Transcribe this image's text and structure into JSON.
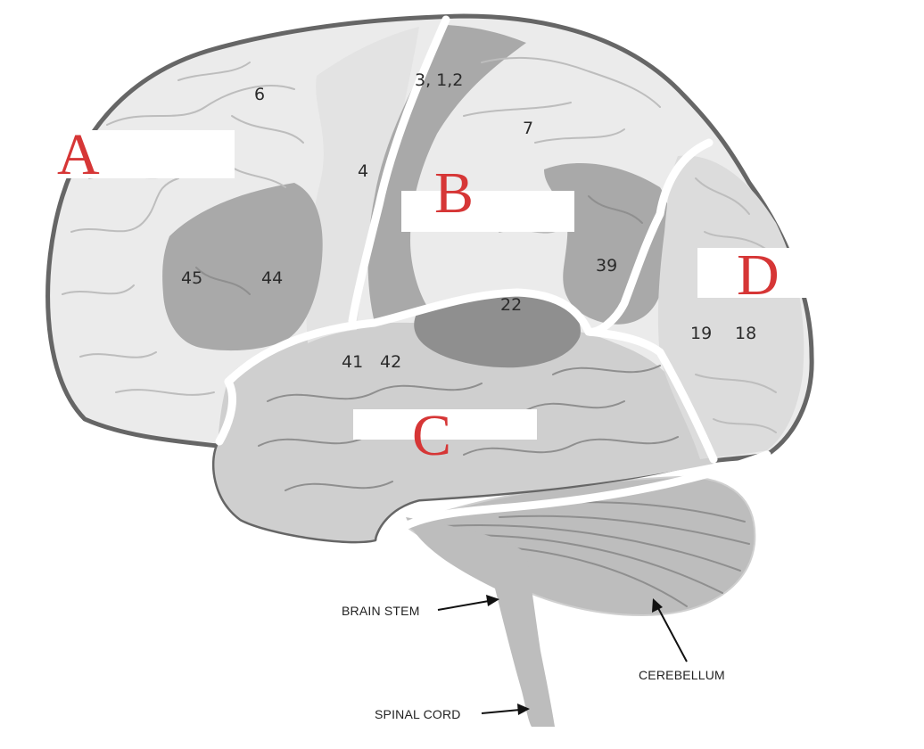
{
  "diagram": {
    "area_numbers": {
      "a6": "6",
      "a312": "3, 1,2",
      "a7": "7",
      "a4": "4",
      "a45": "45",
      "a44": "44",
      "a39": "39",
      "a22": "22",
      "a19": "19",
      "a18": "18",
      "a41": "41",
      "a42": "42"
    },
    "label_letters": {
      "A": "A",
      "B": "B",
      "C": "C",
      "D": "D"
    },
    "structures": {
      "brain_stem": "BRAIN STEM",
      "cerebellum": "CEREBELLUM",
      "spinal_cord": "SPINAL CORD"
    },
    "colors": {
      "outline": "#666666",
      "cortex_light": "#ebebeb",
      "cortex_mid": "#c8c8c8",
      "cortex_dark": "#a9a9a9",
      "label_letter": "#d63636"
    }
  }
}
